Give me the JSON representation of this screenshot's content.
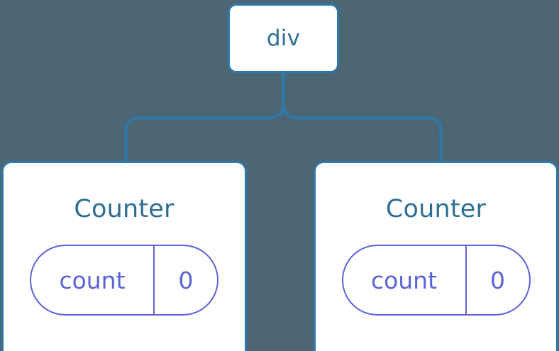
{
  "diagram": {
    "type": "component-tree",
    "background_color": "#4c6773",
    "node_border_color": "#2d79ab",
    "node_text_color": "#2d6e94",
    "state_color": "#5b63d6",
    "root": {
      "label": "div"
    },
    "children": [
      {
        "title": "Counter",
        "state": {
          "key": "count",
          "value": "0"
        }
      },
      {
        "title": "Counter",
        "state": {
          "key": "count",
          "value": "0"
        }
      }
    ]
  }
}
